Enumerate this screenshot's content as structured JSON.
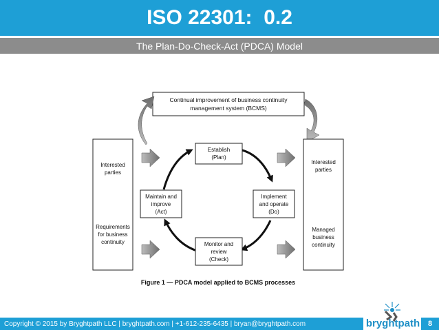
{
  "slide": {
    "title": "ISO 22301:  0.2",
    "subtitle": "The Plan-Do-Check-Act (PDCA) Model",
    "page_number": "8"
  },
  "footer": {
    "copyright": "Copyright © 2015 by Bryghtpath LLC | bryghtpath.com | +1-612-235-6435 | bryan@bryghtpath.com"
  },
  "logo": {
    "text": "bryghtpath",
    "icon": "bridge-logo-icon"
  },
  "diagram": {
    "top_box": [
      "Continual improvement of business continuity",
      "management system (BCMS)"
    ],
    "left_box": {
      "top": [
        "Interested",
        "parties"
      ],
      "bottom": [
        "Requirements",
        "for business",
        "continuity"
      ]
    },
    "right_box": {
      "top": [
        "Interested",
        "parties"
      ],
      "bottom": [
        "Managed",
        "business",
        "continuity"
      ]
    },
    "plan": [
      "Establish",
      "(Plan)"
    ],
    "do": [
      "Implement",
      "and operate",
      "(Do)"
    ],
    "check": [
      "Monitor and",
      "review",
      "(Check)"
    ],
    "act": [
      "Maintain and",
      "improve",
      "(Act)"
    ],
    "caption": "Figure 1 — PDCA model applied to BCMS processes"
  },
  "colors": {
    "brand_blue": "#1e9fd6",
    "subtitle_gray": "#8c8c8c",
    "arrow_gray": "#7a7a7a"
  }
}
